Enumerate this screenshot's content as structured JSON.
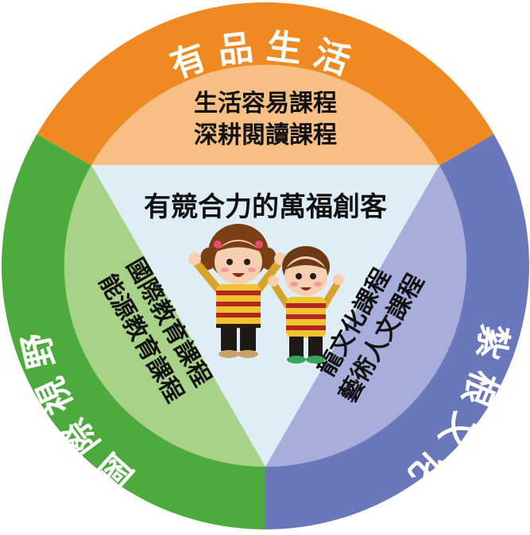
{
  "colors": {
    "orange_ring": "#ef8a23",
    "orange_inner": "#f7bf83",
    "blue_ring": "#6a78bb",
    "blue_inner": "#a7aedb",
    "green_ring": "#4dab3d",
    "green_inner": "#a8d287",
    "center": "#dfeef6",
    "ring_text": "#ffffff",
    "dark_text": "#111111"
  },
  "segments": {
    "top": {
      "ring_label": "有品生活",
      "inner_lines": [
        "生活容易課程",
        "深耕閱讀課程"
      ]
    },
    "right": {
      "ring_label": "紮根文化",
      "inner_lines": [
        "龍文化課程",
        "藝術人文課程"
      ]
    },
    "left": {
      "ring_label": "國際視野",
      "inner_lines": [
        "國際教育課程",
        "能源教育課程"
      ]
    }
  },
  "center": {
    "title": "有競合力的萬福創客",
    "illustration": "two-children-mascots"
  }
}
